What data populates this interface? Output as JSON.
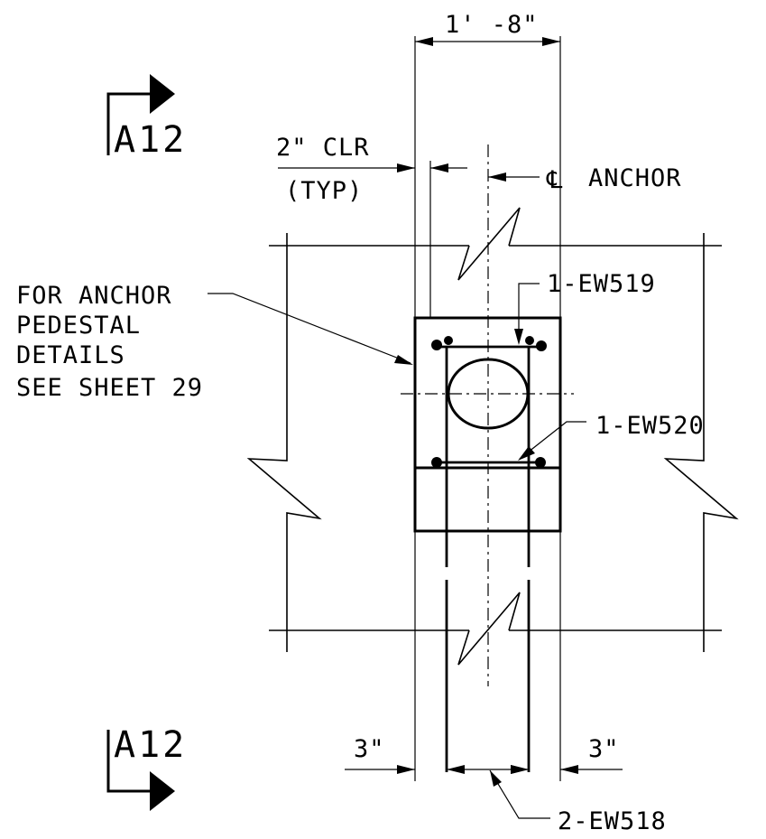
{
  "dimensions": {
    "overall_width": "1' -8\"",
    "left_offset": "3\"",
    "right_offset": "3\""
  },
  "labels": {
    "clear_cover_line1": "2\" CLR",
    "clear_cover_line2": "(TYP)",
    "centerline_symbol": "℄",
    "centerline_text": "ANCHOR",
    "note_lines": [
      "FOR ANCHOR",
      "PEDESTAL",
      "DETAILS",
      "SEE SHEET 29"
    ]
  },
  "rebar_callouts": {
    "top_bar": "1-EW519",
    "middle_bar": "1-EW520",
    "vertical_bars": "2-EW518"
  },
  "section_markers": {
    "top": "A12",
    "bottom": "A12"
  }
}
